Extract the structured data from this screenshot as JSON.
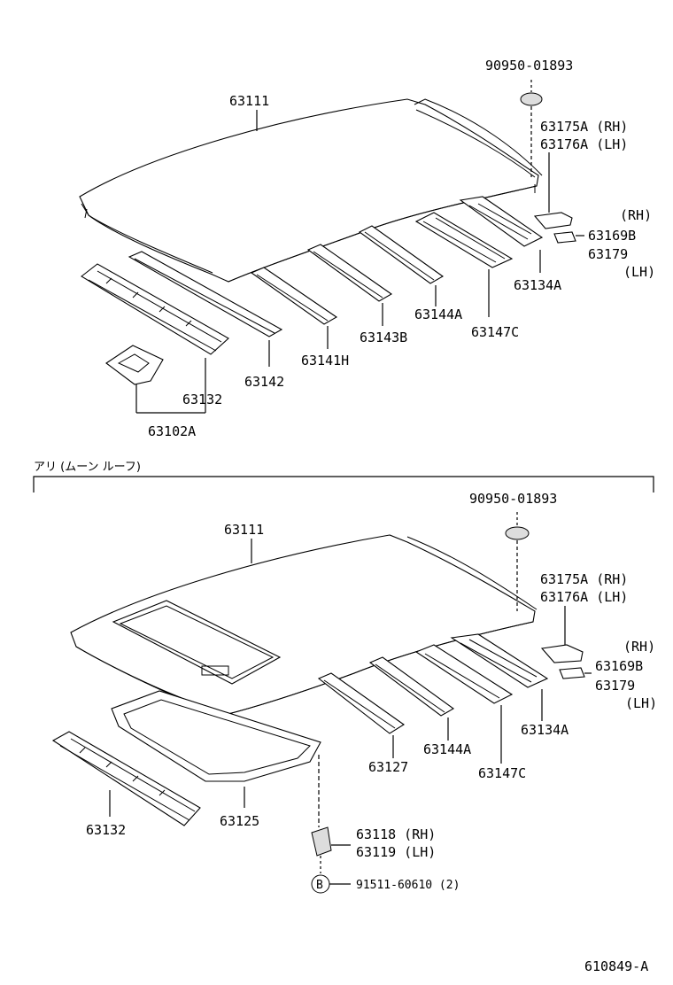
{
  "top_section": {
    "labels": {
      "plug": "90950-01893",
      "roof_panel": "63111",
      "bracket_rh": "63175A (RH)",
      "bracket_lh": "63176A (LH)",
      "rh": "(RH)",
      "stay_rh": "63169B",
      "stay_lh": "63179",
      "lh": "(LH)",
      "rear_rail": "63134A",
      "bow_144a": "63144A",
      "bow_147c": "63147C",
      "bow_143b": "63143B",
      "bow_141h": "63141H",
      "rail_142": "63142",
      "front_header": "63132",
      "assy": "63102A"
    }
  },
  "bottom_section": {
    "title": "アリ (ムーン ルーフ)",
    "labels": {
      "plug": "90950-01893",
      "roof_panel": "63111",
      "bracket_rh": "63175A (RH)",
      "bracket_lh": "63176A (LH)",
      "rh": "(RH)",
      "stay_rh": "63169B",
      "stay_lh": "63179",
      "lh": "(LH)",
      "rear_rail": "63134A",
      "bow_144a": "63144A",
      "bow_147c": "63147C",
      "reinforcement": "63127",
      "housing": "63125",
      "front_header": "63132",
      "bracket_118": "63118 (RH)",
      "bracket_119": "63119 (LH)",
      "bolt_marker": "B",
      "bolt": "91511-60610 (2)"
    }
  },
  "footer": {
    "code": "610849-A"
  }
}
